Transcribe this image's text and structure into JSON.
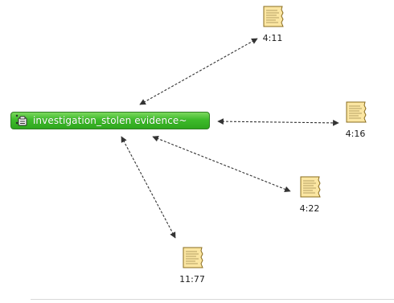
{
  "diagram": {
    "center_node": {
      "label": "investigation_stolen evidence~",
      "icon": "case-file-icon",
      "color": "#3ebb2b"
    },
    "documents": [
      {
        "id": "doc-411",
        "label": "4:11",
        "icon": "document-icon"
      },
      {
        "id": "doc-416",
        "label": "4:16",
        "icon": "document-icon"
      },
      {
        "id": "doc-422",
        "label": "4:22",
        "icon": "document-icon"
      },
      {
        "id": "doc-1177",
        "label": "11:77",
        "icon": "document-icon"
      }
    ],
    "link_style": "dashed-bidirectional",
    "link_color": "#333333"
  }
}
